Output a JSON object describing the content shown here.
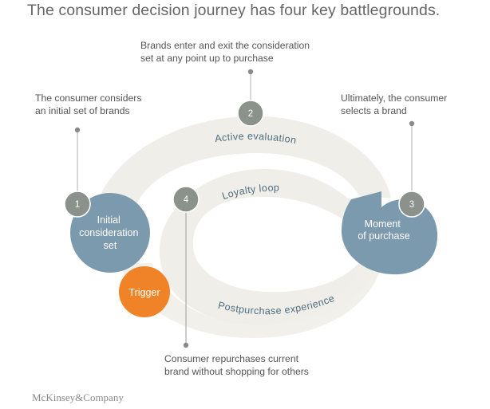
{
  "title": "The consumer decision journey has four key battlegrounds.",
  "callouts": {
    "c1": "The consumer considers\nan initial set of brands",
    "c2": "Brands enter and exit the consideration\nset at any point up to purchase",
    "c3": "Ultimately, the consumer\nselects a brand",
    "c4": "Consumer repurchases current\nbrand without shopping for others"
  },
  "stages": {
    "active_evaluation": "Active evaluation",
    "loyalty_loop": "Loyalty loop",
    "postpurchase": "Postpurchase experience"
  },
  "nodes": {
    "initial": [
      "Initial",
      "consideration",
      "set"
    ],
    "moment": [
      "Moment",
      "of purchase"
    ],
    "trigger": "Trigger"
  },
  "numbers": [
    "1",
    "2",
    "3",
    "4"
  ],
  "colors": {
    "band": "#efeee9",
    "node_blue": "#7b9aad",
    "number_gray": "#8a928b",
    "trigger_orange": "#f08327",
    "label_blue": "#4e6d80"
  },
  "footer": "McKinsey&Company"
}
